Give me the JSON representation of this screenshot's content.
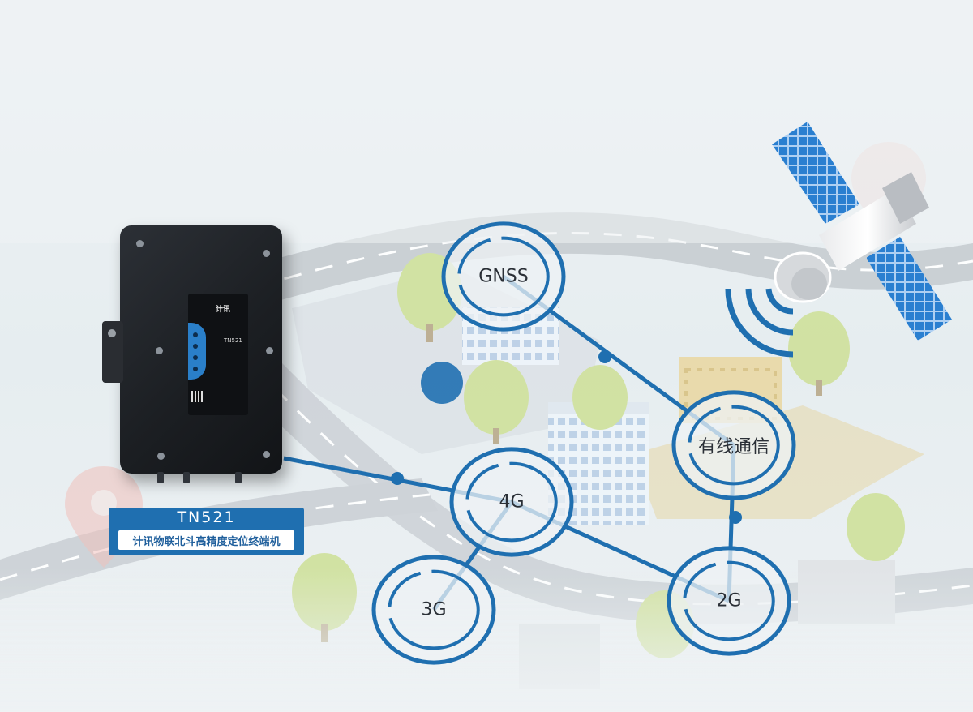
{
  "colors": {
    "network_blue": "#1f6fb0",
    "sky": "#e9eef1",
    "road": "#c7ccd1",
    "tree": "#c9dd92",
    "satellite_panel": "#2a7fd0"
  },
  "nodes": [
    {
      "id": "gnss",
      "label": "GNSS"
    },
    {
      "id": "wired",
      "label": "有线通信"
    },
    {
      "id": "4g",
      "label": "4G"
    },
    {
      "id": "3g",
      "label": "3G"
    },
    {
      "id": "2g",
      "label": "2G"
    }
  ],
  "links": [
    {
      "from": "device",
      "to": "4g"
    },
    {
      "from": "gnss",
      "to": "wired"
    },
    {
      "from": "wired",
      "to": "2g"
    },
    {
      "from": "4g",
      "to": "2g"
    },
    {
      "from": "4g",
      "to": "3g"
    }
  ],
  "product": {
    "model": "TN521",
    "name": "计讯物联北斗高精度定位终端机"
  },
  "device_panel": {
    "brand": "计讯",
    "model": "TN521"
  }
}
